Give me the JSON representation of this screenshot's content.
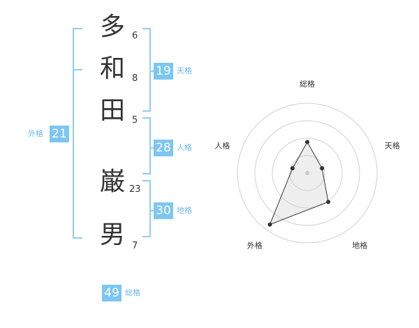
{
  "name_chars": [
    {
      "char": "多",
      "strokes": "6"
    },
    {
      "char": "和",
      "strokes": "8"
    },
    {
      "char": "田",
      "strokes": "5"
    },
    {
      "char": "巌",
      "strokes": "23"
    },
    {
      "char": "男",
      "strokes": "7"
    }
  ],
  "fortunes": {
    "tenkaku": {
      "value": "19",
      "label": "天格"
    },
    "jinkaku": {
      "value": "28",
      "label": "人格"
    },
    "chikaku": {
      "value": "30",
      "label": "地格"
    },
    "gaikaku": {
      "value": "21",
      "label": "外格"
    },
    "soukaku": {
      "value": "49",
      "label": "総格"
    }
  },
  "colors": {
    "accent": "#7cc6f1",
    "bracket": "#8fcdf2"
  },
  "chart_data": {
    "type": "radar",
    "axes": [
      "総格",
      "天格",
      "地格",
      "外格",
      "人格"
    ],
    "values": [
      2,
      1,
      2.3,
      4.1,
      1
    ],
    "max": 4.5,
    "rings": 4
  }
}
